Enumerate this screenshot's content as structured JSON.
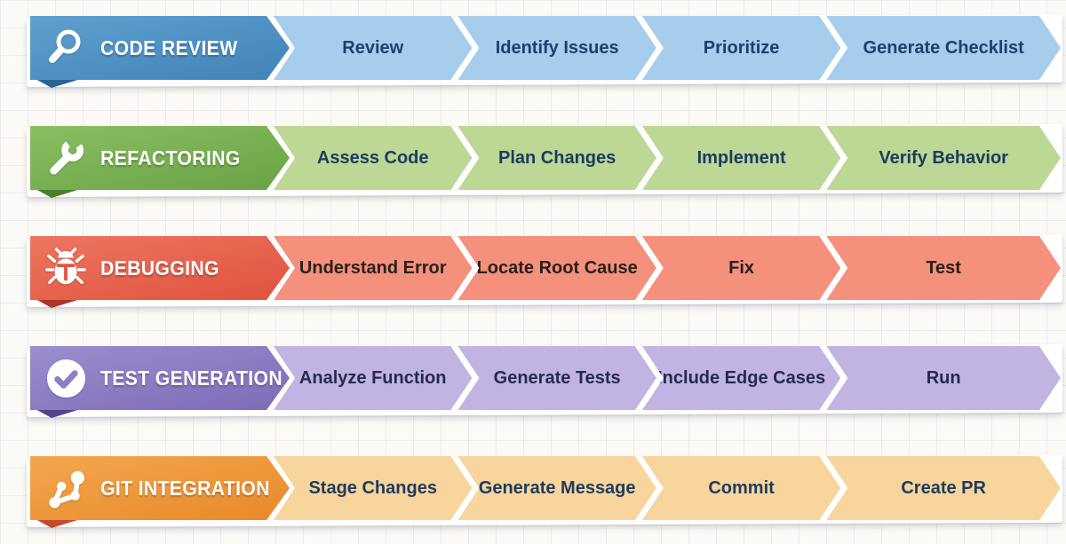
{
  "diagram": {
    "rows": [
      {
        "title": "CODE REVIEW",
        "icon": "magnifier",
        "steps": [
          "Review",
          "Identify Issues",
          "Prioritize",
          "Generate Checklist"
        ],
        "colors": {
          "header_top": "#5fa0d0",
          "header_bottom": "#4183b7",
          "fold": "#2a6395",
          "step_bg": "#a6cdeb",
          "step_text": "#1c3f6e",
          "icon_cut": "#4586ba"
        }
      },
      {
        "title": "REFACTORING",
        "icon": "wrench",
        "steps": [
          "Assess Code",
          "Plan Changes",
          "Implement",
          "Verify Behavior"
        ],
        "colors": {
          "header_top": "#8abf62",
          "header_bottom": "#69a244",
          "fold": "#49812b",
          "step_bg": "#bdd795",
          "step_text": "#1d3a5e",
          "icon_cut": "#6ca546"
        }
      },
      {
        "title": "DEBUGGING",
        "icon": "bug",
        "steps": [
          "Understand Error",
          "Locate Root Cause",
          "Fix",
          "Test"
        ],
        "colors": {
          "header_top": "#ec7660",
          "header_bottom": "#e0523e",
          "fold": "#a93826",
          "step_bg": "#f4907b",
          "step_text": "#26201d",
          "icon_cut": "#e25440"
        }
      },
      {
        "title": "TEST GENERATION",
        "icon": "check-circle",
        "steps": [
          "Analyze Function",
          "Generate Tests",
          "Include Edge Cases",
          "Run"
        ],
        "colors": {
          "header_top": "#9b8dce",
          "header_bottom": "#7d6bb7",
          "fold": "#51438a",
          "step_bg": "#c2b4e2",
          "step_text": "#242a52",
          "icon_cut": "#8d7ec6"
        }
      },
      {
        "title": "GIT INTEGRATION",
        "icon": "git-branch",
        "steps": [
          "Stage Changes",
          "Generate Message",
          "Commit",
          "Create PR"
        ],
        "colors": {
          "header_top": "#f3a74e",
          "header_bottom": "#e8892a",
          "fold": "#bf4f30",
          "step_bg": "#f8d59d",
          "step_text": "#1d3a5e",
          "icon_cut": "#ea8c2a"
        }
      }
    ]
  }
}
